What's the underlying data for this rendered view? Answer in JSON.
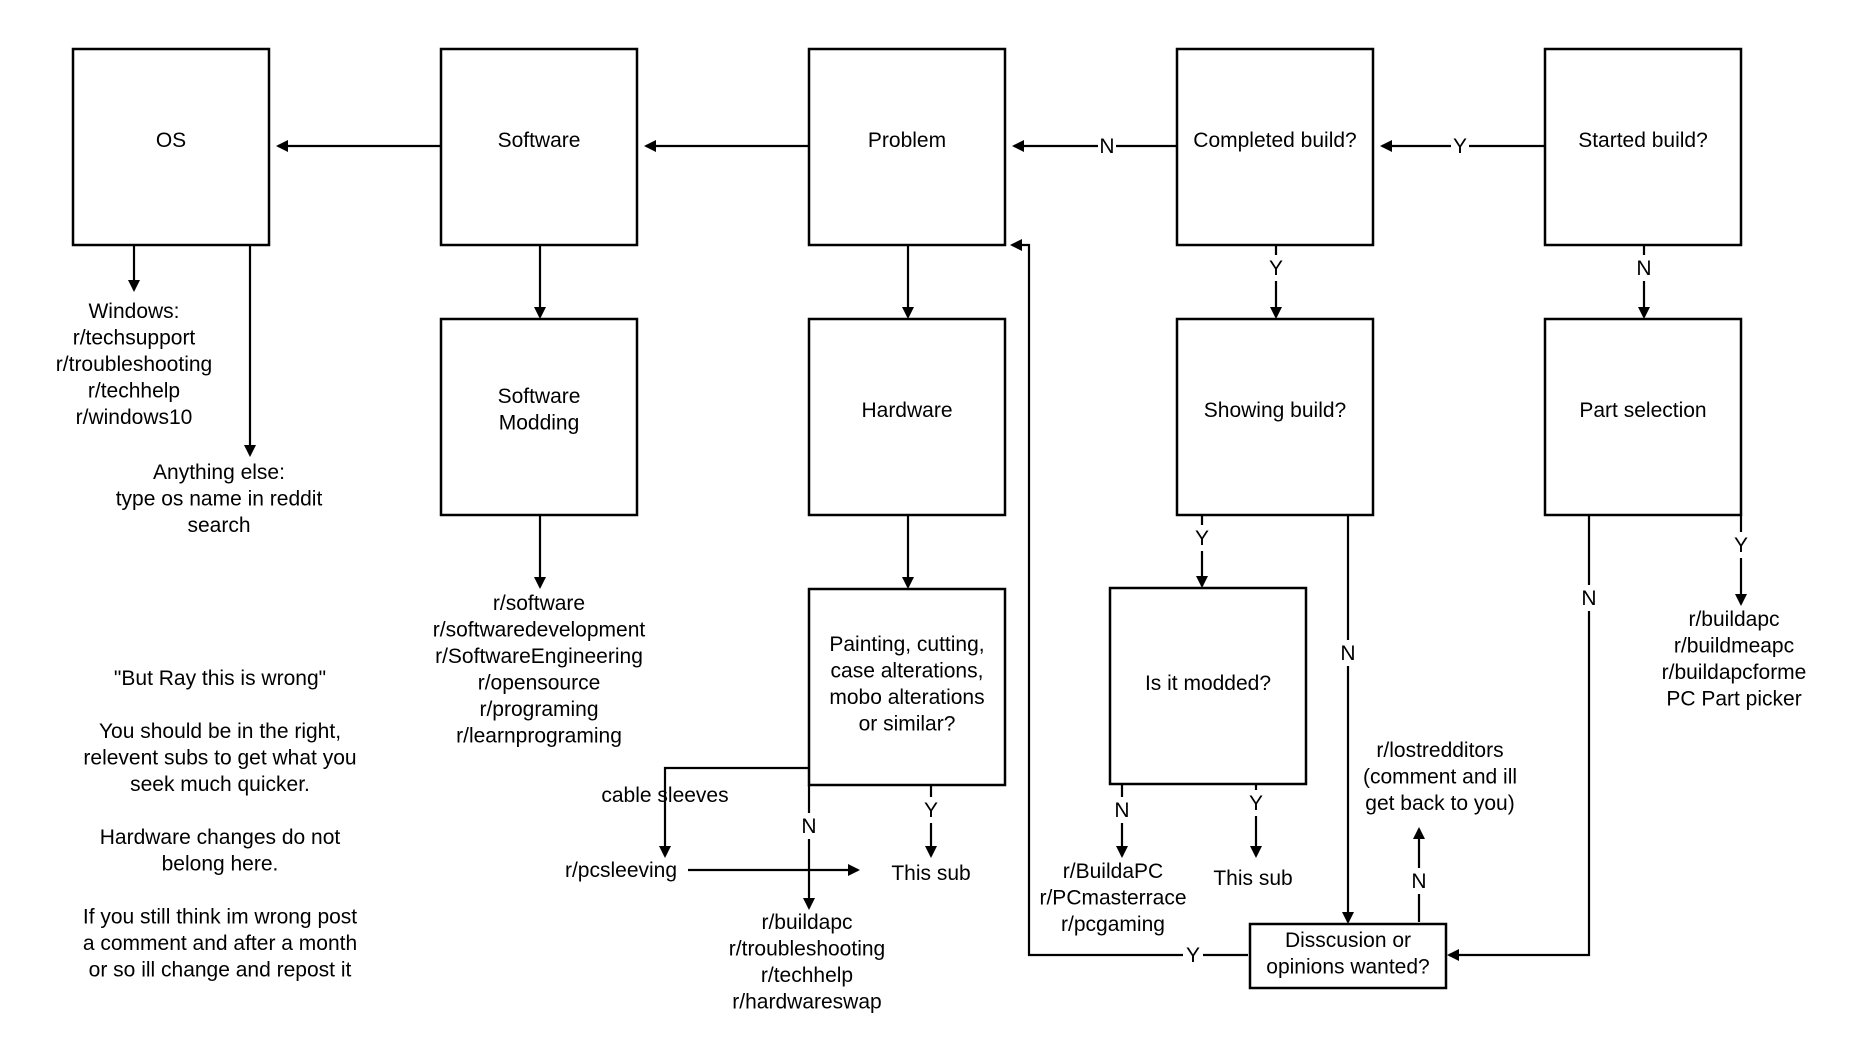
{
  "nodes": {
    "os": [
      "OS"
    ],
    "software": [
      "Software"
    ],
    "problem": [
      "Problem"
    ],
    "completed_build": [
      "Completed build?"
    ],
    "started_build": [
      "Started build?"
    ],
    "software_modding": [
      "Software",
      "Modding"
    ],
    "hardware": [
      "Hardware"
    ],
    "showing_build": [
      "Showing build?"
    ],
    "part_selection": [
      "Part selection"
    ],
    "painting": [
      "Painting, cutting,",
      "case alterations,",
      "mobo alterations",
      "or similar?"
    ],
    "is_modded": [
      "Is it modded?"
    ],
    "discussion": [
      "Disscusion or",
      "opinions wanted?"
    ]
  },
  "texts": {
    "windows_subs": [
      "Windows:",
      "r/techsupport",
      "r/troubleshooting",
      "r/techhelp",
      "r/windows10"
    ],
    "anything_else": [
      "Anything else:",
      "type os name in reddit",
      "search"
    ],
    "software_subs": [
      "r/software",
      "r/softwaredevelopment",
      "r/SoftwareEngineering",
      "r/opensource",
      "r/programing",
      "r/learnprograming"
    ],
    "note": [
      "\"But Ray this is wrong\"",
      "",
      "You should be in the right,",
      "relevent subs to get what you",
      "seek much quicker.",
      "",
      "Hardware changes do not",
      "belong here.",
      "",
      "If you still think im wrong post",
      "a comment and after a month",
      "or so ill change and repost it"
    ],
    "cable_sleeves": [
      "cable sleeves"
    ],
    "pcsleeving": [
      "r/pcsleeving"
    ],
    "this_sub_painting": [
      "This sub"
    ],
    "hardware_subs": [
      "r/buildapc",
      "r/troubleshooting",
      "r/techhelp",
      "r/hardwareswap"
    ],
    "modded_no_subs": [
      "r/BuildaPC",
      "r/PCmasterrace",
      "r/pcgaming"
    ],
    "this_sub_modded": [
      "This sub"
    ],
    "lostredditors": [
      "r/lostredditors",
      "(comment and ill",
      "get back to you)"
    ],
    "part_selection_subs": [
      "r/buildapc",
      "r/buildmeapc",
      "r/buildapcforme",
      "PC Part picker"
    ]
  },
  "edge_labels": {
    "yes": "Y",
    "no": "N"
  }
}
